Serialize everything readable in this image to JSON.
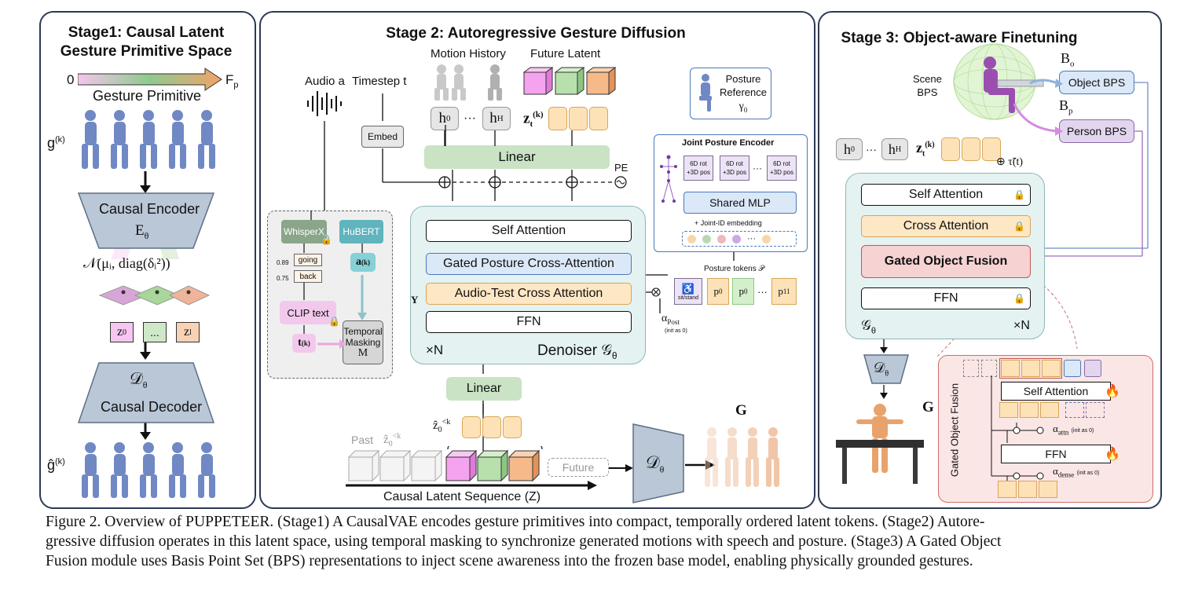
{
  "stage1": {
    "title_line1": "Stage1: Causal Latent",
    "title_line2": "Gesture Primitive Space",
    "bar_start": "0",
    "bar_end": "F",
    "bar_end_sub": "p",
    "bar_label": "Gesture Primitive",
    "g_label": "g",
    "g_sup": "(k)",
    "encoder_label": "Causal Encoder",
    "encoder_symbol": "E",
    "encoder_sub": "θ",
    "distribution": "𝒩(μᵢ, diag(δᵢ²))",
    "z0": "z",
    "z0_sub": "0",
    "zdots": "...",
    "zl": "z",
    "zl_sub": "l",
    "decoder_symbol": "𝒟",
    "decoder_sub": "θ",
    "decoder_label": "Causal Decoder",
    "ghat_label": "ĝ",
    "ghat_sup": "(k)"
  },
  "stage2": {
    "title": "Stage 2: Autoregressive Gesture Diffusion",
    "motion_history": "Motion History",
    "future_latent": "Future Latent",
    "audio_label": "Audio a",
    "timestep_label": "Timestep t",
    "embed": "Embed",
    "h0": "h",
    "h0_sup": "0",
    "hdots": "···",
    "hH": "h",
    "hH_sup": "H",
    "zt": "z",
    "zt_sub": "t",
    "zt_sup": "(k)",
    "linear_top": "Linear",
    "pe": "PE",
    "whisperx": "WhisperX",
    "hubert": "HuBERT",
    "word_going": "going",
    "word_back": "back",
    "t089": "0.89",
    "t075": "0.75",
    "a_k": "a",
    "a_k_sup": "(k)",
    "clip_text": "CLIP text",
    "t_k": "t",
    "t_k_sup": "(k)",
    "temporal_masking_1": "Temporal",
    "temporal_masking_2": "Masking",
    "temporal_masking_m": "M",
    "y_label": "Y",
    "self_attention": "Self Attention",
    "gated_posture": "Gated Posture Cross-Attention",
    "audio_text_cross": "Audio-Test Cross Attention",
    "ffn": "FFN",
    "xn": "×N",
    "denoiser": "Denoiser 𝒢",
    "denoiser_sub": "θ",
    "linear_bottom": "Linear",
    "z0_lt_k": "ẑ",
    "z0_lt_k_sub": "0",
    "z0_lt_k_sup": "<k",
    "past": "Past",
    "past_z": "ẑ",
    "past_z_sub": "0",
    "past_z_sup": "<k",
    "future": "Future",
    "causal_seq": "Causal Latent Sequence (Z)",
    "decoder_symbol": "𝒟",
    "decoder_sub": "θ",
    "g_out": "G",
    "posture_ref_1": "Posture",
    "posture_ref_2": "Reference",
    "posture_ref_3": "γ",
    "posture_ref_3_sub": "0",
    "jpe_title": "Joint Posture Encoder",
    "rot_pos_1": "6D rot",
    "rot_pos_2": "+3D pos",
    "rot_dots": "···",
    "shared_mlp": "Shared MLP",
    "joint_id": "+ Joint-ID embedding",
    "posture_tokens": "Posture tokens 𝒫",
    "sit_stand": "sit/stand",
    "p0a": "p",
    "p0a_sub": "0",
    "p0b": "p",
    "p0b_sub": "0",
    "pdots": "···",
    "p11": "p",
    "p11_sub": "11",
    "alpha_post": "α",
    "alpha_post_sub": "Post",
    "alpha_post_note": "(init as 0)"
  },
  "stage3": {
    "title": "Stage 3: Object-aware Finetuning",
    "scene_bps_1": "Scene",
    "scene_bps_2": "BPS",
    "bo": "B",
    "bo_sub": "o",
    "bp": "B",
    "bp_sub": "p",
    "object_bps": "Object BPS",
    "person_bps": "Person BPS",
    "h0": "h",
    "h0_sup": "0",
    "hdots": "···",
    "hH": "h",
    "hH_sup": "H",
    "zt": "z",
    "zt_sub": "t",
    "zt_sup": "(k)",
    "tau": "⊕ τ̃(t)",
    "self_attention": "Self Attention",
    "cross_attention": "Cross Attention",
    "gated_object_fusion": "Gated Object Fusion",
    "ffn": "FFN",
    "g_theta": "𝒢",
    "g_theta_sub": "θ",
    "xn": "×N",
    "decoder_symbol": "𝒟",
    "decoder_sub": "θ",
    "g_out": "G",
    "gof_vertical": "Gated Object Fusion",
    "gof_self_attention": "Self Attention",
    "gof_ffn": "FFN",
    "alpha_attn": "α",
    "alpha_attn_sub": "attn",
    "alpha_attn_note": "(init as 0)",
    "alpha_dense": "α",
    "alpha_dense_sub": "dense",
    "alpha_dense_note": "(init as 0)"
  },
  "caption": {
    "line1": "Figure 2.  Overview of PUPPETEER. (Stage1) A CausalVAE encodes gesture primitives into compact, temporally ordered latent tokens. (Stage2) Autore-",
    "line2": "gressive diffusion operates in this latent space, using temporal masking to synchronize generated motions with speech and posture. (Stage3) A Gated Object",
    "line3": "Fusion module uses Basis Point Set (BPS) representations to inject scene awareness into the frozen base model, enabling physically grounded gestures."
  },
  "colors": {
    "panel_border": "#2b3a55",
    "encoder_fill": "#b9c7d6",
    "linear_fill": "#c9e3c4",
    "denoiser_fill": "#e4f2f2",
    "token_fill": "#fde2b8",
    "posture_blue": "#dbe8f8",
    "audio_orange": "#fde7c4",
    "gated_red": "#f6d2d2",
    "person_purple": "#e2d5ee",
    "figure_blue": "#6f86c3"
  }
}
